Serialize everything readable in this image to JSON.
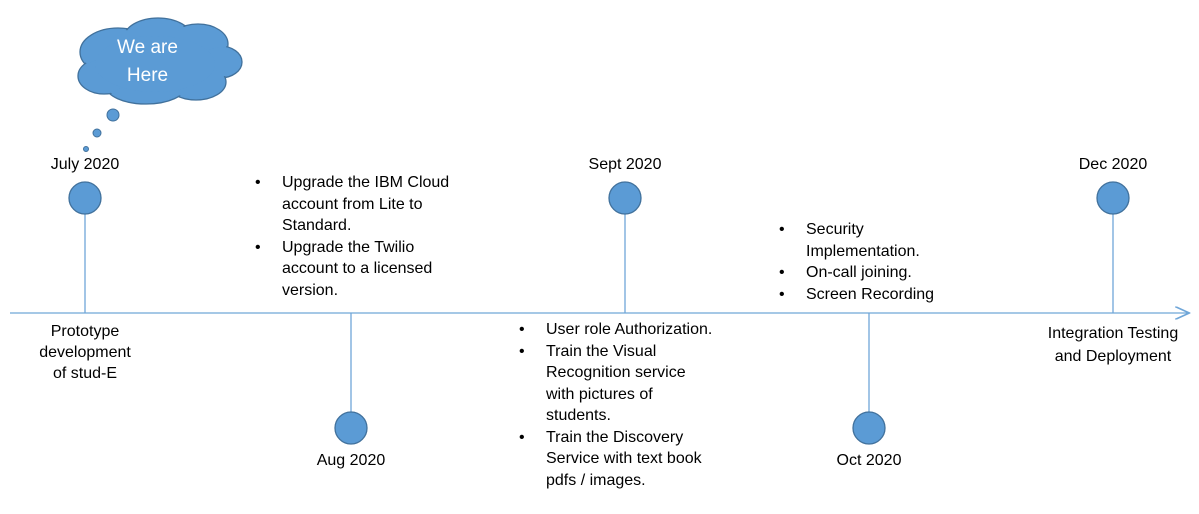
{
  "colors": {
    "dot_fill": "#5b9bd5",
    "dot_stroke": "#41719c",
    "line": "#6fa6d8"
  },
  "callout": {
    "line1": "We are",
    "line2": "Here"
  },
  "milestones": [
    {
      "date": "July 2020",
      "description_lines": [
        "Prototype",
        "development",
        "of stud-E"
      ]
    },
    {
      "date": "Aug 2020",
      "bullets": [
        "Upgrade the IBM Cloud account from Lite to Standard.",
        "Upgrade the Twilio account to a licensed version."
      ]
    },
    {
      "date": "Sept 2020",
      "bullets": [
        "User role Authorization.",
        "Train the Visual Recognition service with pictures of students.",
        "Train the Discovery Service with text book pdfs / images."
      ]
    },
    {
      "date": "Oct 2020",
      "bullets": [
        "Security Implementation.",
        "On-call joining.",
        "Screen Recording"
      ]
    },
    {
      "date": "Dec 2020",
      "description_lines": [
        "Integration Testing",
        "and Deployment"
      ]
    }
  ]
}
